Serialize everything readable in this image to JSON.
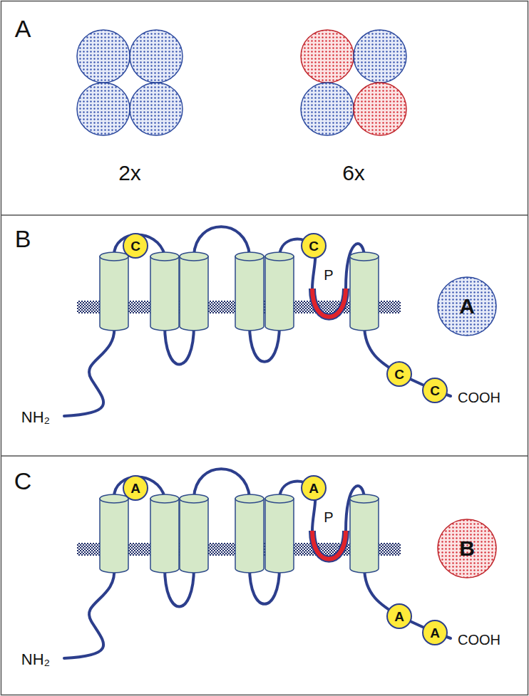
{
  "diagram": {
    "nodes": [
      {
        "text": [
          "C"
        ]
      },
      {
        "text": [
          "C"
        ]
      },
      {
        "text": [
          "C"
        ]
      },
      {
        "text": [
          "C"
        ]
      },
      {
        "text": [
          "A"
        ]
      },
      {
        "text": [
          "A"
        ]
      },
      {
        "text": [
          "A"
        ]
      },
      {
        "text": [
          "A"
        ]
      },
      {
        "text": [
          "A"
        ]
      },
      {
        "text": [
          "B"
        ]
      }
    ],
    "labels": [
      "A",
      "2x",
      "6x",
      "B",
      "P",
      "NH₂",
      "COOH",
      "C",
      "P",
      "NH₂",
      "COOH"
    ]
  }
}
